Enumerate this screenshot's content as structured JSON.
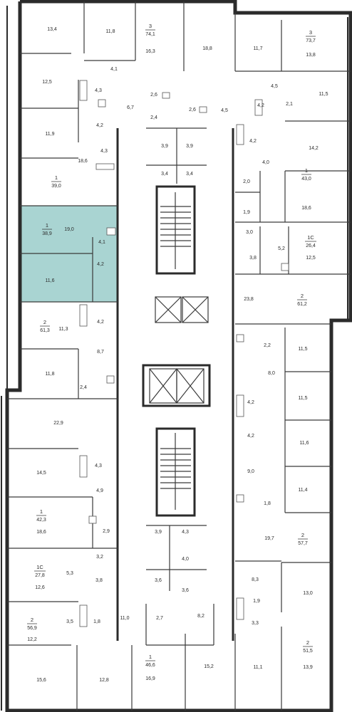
{
  "highlight_color": "#a9d4d2",
  "flats": [
    {
      "id": "f1",
      "number": "3",
      "total": "74,1"
    },
    {
      "id": "f2",
      "number": "3",
      "total": "73,7"
    },
    {
      "id": "f3",
      "number": "1",
      "total": "39,0"
    },
    {
      "id": "f4",
      "number": "1",
      "total": "43,0"
    },
    {
      "id": "f5",
      "number": "1",
      "total": "38,9"
    },
    {
      "id": "f6",
      "number": "1С",
      "total": "26,4"
    },
    {
      "id": "f7",
      "number": "2",
      "total": "61,2"
    },
    {
      "id": "f8",
      "number": "2",
      "total": "61,3"
    },
    {
      "id": "f9",
      "number": "1",
      "total": "42,3"
    },
    {
      "id": "f10",
      "number": "2",
      "total": "57,7"
    },
    {
      "id": "f11",
      "number": "1С",
      "total": "27,8"
    },
    {
      "id": "f12",
      "number": "2",
      "total": "56,9"
    },
    {
      "id": "f13",
      "number": "1",
      "total": "46,6"
    },
    {
      "id": "f14",
      "number": "2",
      "total": "51,5"
    }
  ],
  "rooms": [
    "13,4",
    "11,8",
    "16,3",
    "18,8",
    "11,7",
    "13,8",
    "12,5",
    "4,1",
    "4,3",
    "6,7",
    "2,6",
    "2,4",
    "2,6",
    "4,5",
    "4,5",
    "4,2",
    "2,1",
    "11,5",
    "11,9",
    "4,2",
    "4,3",
    "3,9",
    "3,9",
    "4,2",
    "14,2",
    "18,6",
    "3,4",
    "3,4",
    "4,0",
    "2,0",
    "18,6",
    "1,9",
    "19,0",
    "3,0",
    "5,2",
    "12,5",
    "4,1",
    "3,8",
    "4,2",
    "11,6",
    "23,8",
    "4,2",
    "11,3",
    "2,2",
    "11,5",
    "8,7",
    "8,0",
    "11,8",
    "2,4",
    "11,5",
    "4,2",
    "22,9",
    "4,2",
    "11,6",
    "4,3",
    "14,5",
    "9,0",
    "4,9",
    "11,4",
    "1,8",
    "18,6",
    "2,9",
    "3,9",
    "4,3",
    "19,7",
    "3,2",
    "4,0",
    "8,3",
    "5,3",
    "3,8",
    "3,6",
    "3,6",
    "13,0",
    "12,6",
    "1,9",
    "3,3",
    "3,5",
    "1,8",
    "11,0",
    "2,7",
    "8,2",
    "12,2",
    "16,9",
    "15,2",
    "11,1",
    "13,9",
    "15,6",
    "12,8"
  ]
}
